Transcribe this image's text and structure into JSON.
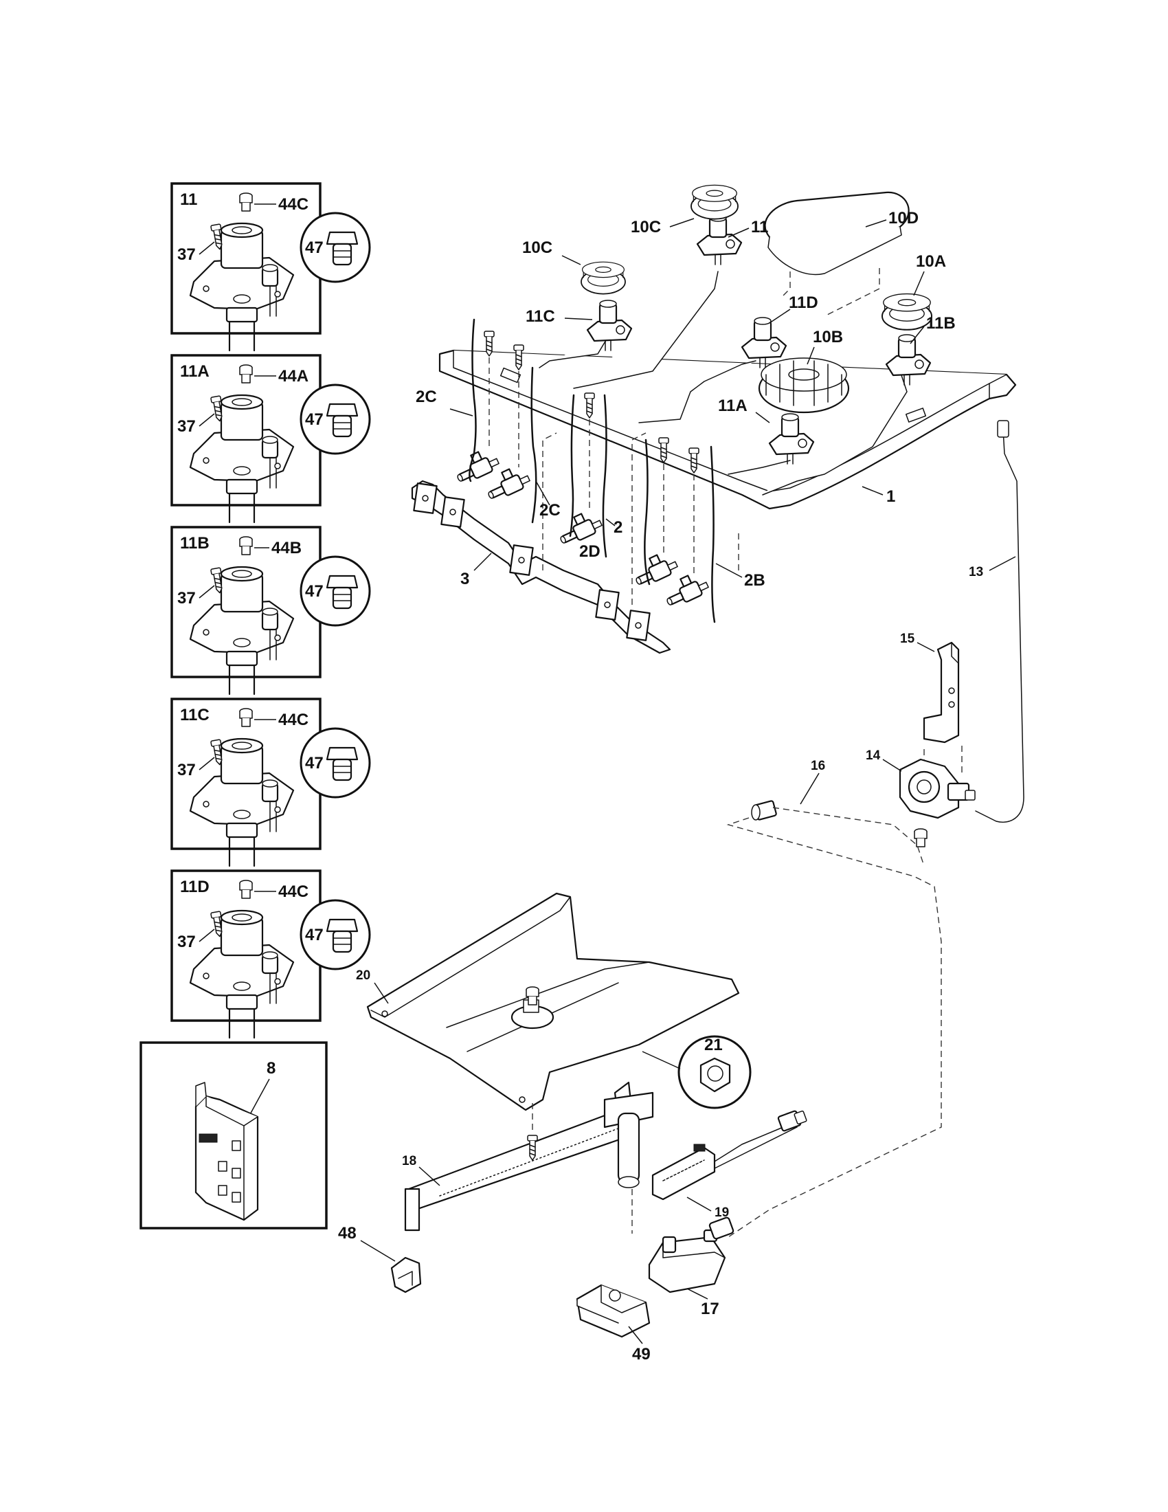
{
  "callouts": {
    "inset_11": {
      "title": "11",
      "screw": "37",
      "nut": "44C",
      "orifice": "47"
    },
    "inset_11A": {
      "title": "11A",
      "screw": "37",
      "nut": "44A",
      "orifice": "47"
    },
    "inset_11B": {
      "title": "11B",
      "screw": "37",
      "nut": "44B",
      "orifice": "47"
    },
    "inset_11C": {
      "title": "11C",
      "screw": "37",
      "nut": "44C",
      "orifice": "47"
    },
    "inset_11D": {
      "title": "11D",
      "screw": "37",
      "nut": "44C",
      "orifice": "47"
    },
    "inset_8": {
      "title": "8"
    },
    "main": {
      "cap_10C_rear": "10C",
      "burner_11_rear": "11",
      "cap_10D": "10D",
      "cap_10C_left": "10C",
      "cap_10A": "10A",
      "burner_11C": "11C",
      "burner_11D": "11D",
      "cap_10B": "10B",
      "burner_11B": "11B",
      "burner_11A": "11A",
      "wire_2C_left": "2C",
      "wire_2C_mid": "2C",
      "wire_2": "2",
      "wire_2D": "2D",
      "wire_2B": "2B",
      "manifold_1": "1",
      "bracket_3": "3",
      "tube_13": "13",
      "bracket_15": "15",
      "regulator_14": "14",
      "fitting_16": "16",
      "baffle_20": "20",
      "nut_21": "21",
      "burner_18": "18",
      "igniter_19": "19",
      "clip_48": "48",
      "valve_17": "17",
      "bracket_49": "49"
    }
  }
}
